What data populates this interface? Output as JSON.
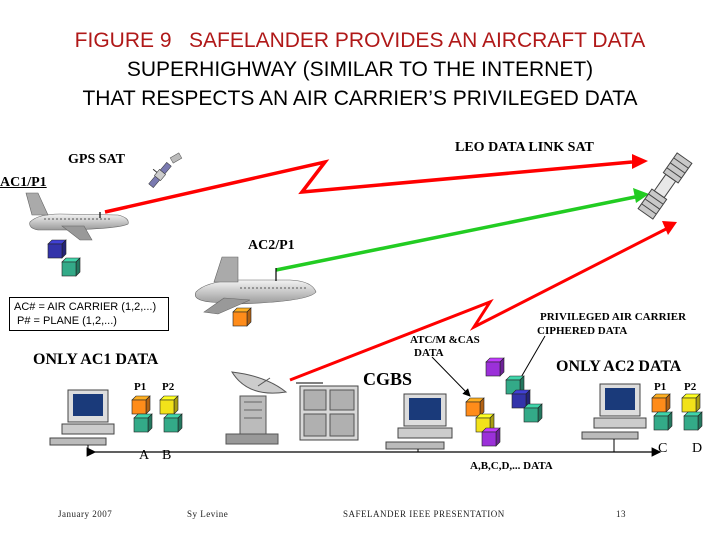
{
  "title": {
    "figure_label": "FIGURE 9",
    "line1_rest": "SAFELANDER PROVIDES AN AIRCRAFT  DATA",
    "line2": "SUPERHIGHWAY (SIMILAR TO THE INTERNET)",
    "line3": "THAT RESPECTS AN AIR CARRIER’S  PRIVILEGED DATA"
  },
  "labels": {
    "gps_sat": "GPS SAT",
    "leo_sat": "LEO DATA LINK SAT",
    "ac1": "AC1/P1",
    "ac2": "AC2/P1",
    "only_ac1": "ONLY AC1 DATA",
    "only_ac2": "ONLY AC2 DATA",
    "cgbs": "CGBS",
    "atc_line1": "ATC/M &CAS",
    "atc_line2": "DATA",
    "privileged_line1": "PRIVILEGED AIR CARRIER",
    "privileged_line2": "CIPHERED DATA",
    "p1_left": "P1",
    "p2_left": "P2",
    "a": "A",
    "b": "B",
    "p1_right": "P1",
    "p2_right": "P2",
    "c": "C",
    "d": "D",
    "abcd": "A,B,C,D,... DATA"
  },
  "legend": {
    "line1": "AC# = AIR CARRIER (1,2,...)",
    "line2": "P# = PLANE (1,2,...)"
  },
  "footer": {
    "date": "January 2007",
    "author": "Sy Levine",
    "presentation": "SAFELANDER IEEE PRESENTATION",
    "page": "13"
  },
  "colors": {
    "title_red": "#b01818",
    "link_red": "#ff0000",
    "link_green": "#22cc22",
    "cube_blue": "#3333aa",
    "cube_teal": "#33aa88",
    "cube_orange": "#ff8c1a",
    "cube_yellow": "#f2e21a",
    "cube_purple": "#9b30d9"
  }
}
